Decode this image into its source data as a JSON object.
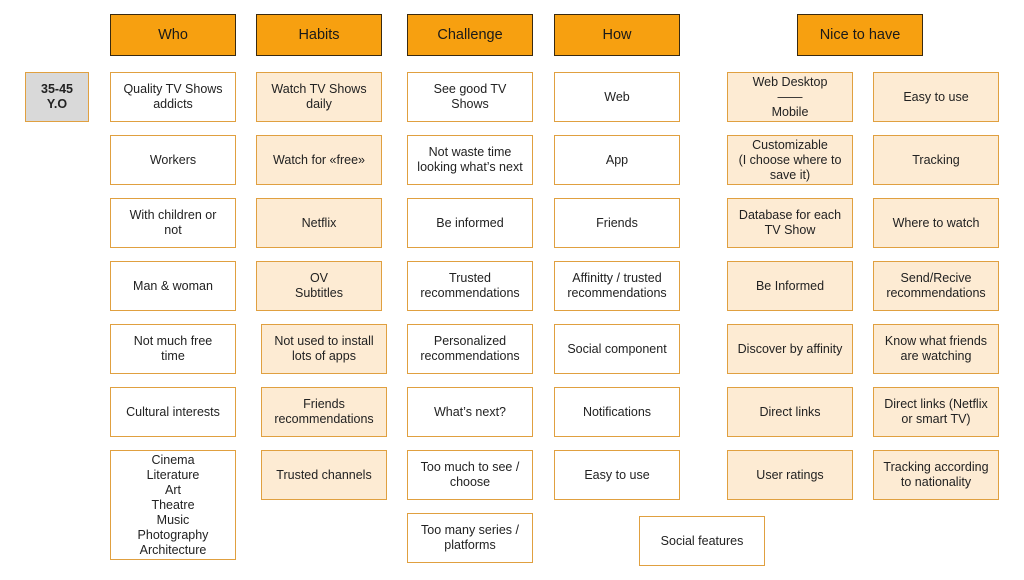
{
  "headers": {
    "who": "Who",
    "habits": "Habits",
    "challenge": "Challenge",
    "how": "How",
    "nice": "Nice to have"
  },
  "age_label": "35-45\nY.O",
  "who": [
    "Quality TV Shows\naddicts",
    "Workers",
    "With children or\nnot",
    "Man & woman",
    "Not much free\ntime",
    "Cultural interests",
    "Cinema\nLiterature\nArt\nTheatre\nMusic\nPhotography\nArchitecture"
  ],
  "habits": [
    "Watch TV Shows\ndaily",
    "Watch for «free»",
    "Netflix",
    "OV\nSubtitles",
    "Not used to install\nlots of apps",
    "Friends\nrecommendations",
    "Trusted channels"
  ],
  "challenge": [
    "See good TV\nShows",
    "Not waste time\nlooking what’s next",
    "Be informed",
    "Trusted\nrecommendations",
    "Personalized\nrecommendations",
    "What’s next?",
    "Too much to see /\nchoose",
    "Too many series /\nplatforms"
  ],
  "how": [
    "Web",
    "App",
    "Friends",
    "Affinitty / trusted\nrecommendations",
    "Social component",
    "Notifications",
    "Easy to use"
  ],
  "social_features": "Social features",
  "nice_left": [
    "Web Desktop\n——\nMobile",
    "Customizable\n(I choose where to\nsave it)",
    "Database for each\nTV Show",
    "Be Informed",
    "Discover by affinity",
    "Direct links",
    "User ratings"
  ],
  "nice_right": [
    "Easy to use",
    "Tracking",
    "Where to watch",
    "Send/Recive\nrecommendations",
    "Know what friends\nare watching",
    "Direct links (Netflix\nor smart TV)",
    "Tracking according\nto nationality"
  ],
  "colors": {
    "header_fill": "#F7A010",
    "cream_fill": "#FDEBD3",
    "card_border": "#E0A040",
    "age_fill": "#D9D9D9"
  }
}
